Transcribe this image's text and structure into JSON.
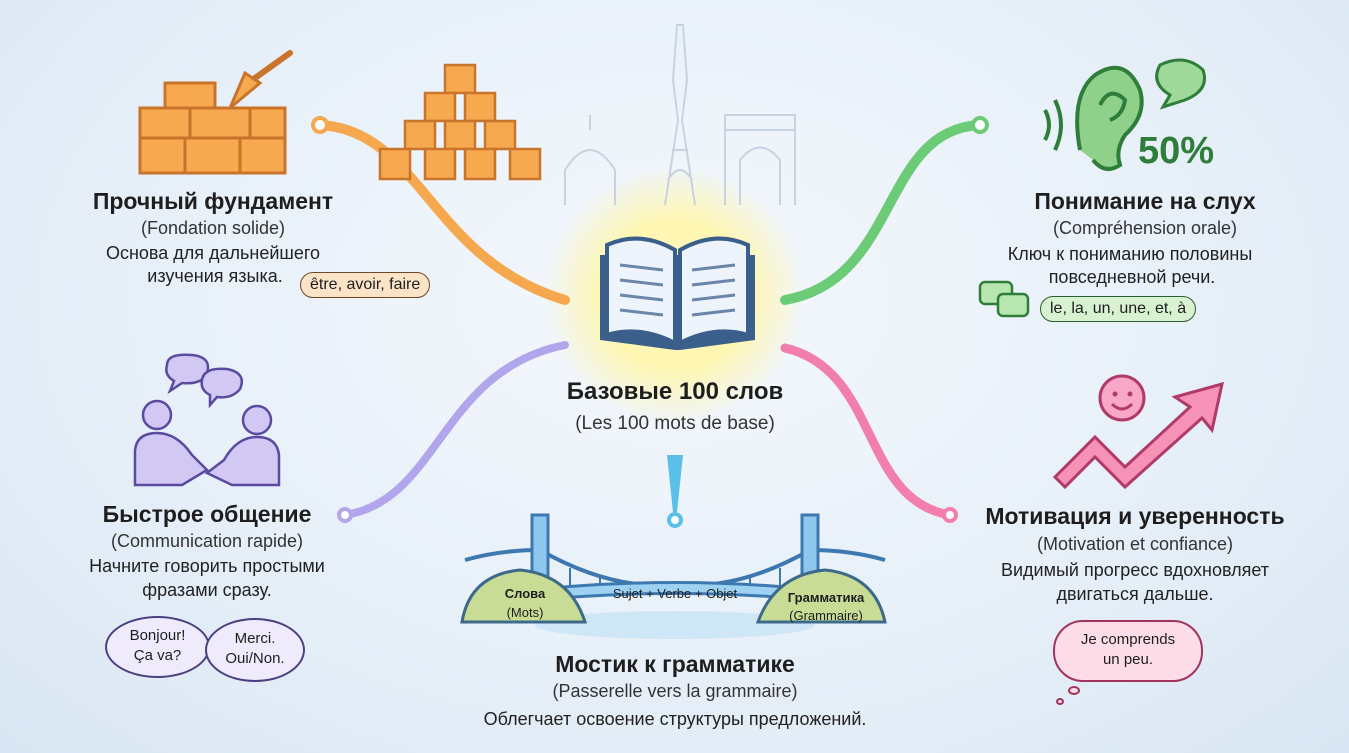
{
  "center": {
    "title": "Базовые 100 слов",
    "subtitle": "(Les 100 mots de base)"
  },
  "foundation": {
    "title": "Прочный фундамент",
    "subtitle": "(Fondation solide)",
    "line1": "Основа для дальнейшего",
    "line2": "изучения языка.",
    "bubble": "être, avoir, faire",
    "color": "#f0a04b"
  },
  "listening": {
    "title": "Понимание на слух",
    "subtitle": "(Compréhension orale)",
    "line1": "Ключ к пониманию половины",
    "line2": "повседневной речи.",
    "bubble": "le, la, un, une, et, à",
    "percent": "50%",
    "color": "#5cc46a"
  },
  "communication": {
    "title": "Быстрое общение",
    "subtitle": "(Communication rapide)",
    "line1": "Начните говорить простыми",
    "line2": "фразами сразу.",
    "bubble1a": "Bonjour!",
    "bubble1b": "Ça va?",
    "bubble2a": "Merci.",
    "bubble2b": "Oui/Non.",
    "color": "#a99be6"
  },
  "motivation": {
    "title": "Мотивация и уверенность",
    "subtitle": "(Motivation et confiance)",
    "line1": "Видимый прогресс вдохновляет",
    "line2": "двигаться дальше.",
    "bubble1": "Je comprends",
    "bubble2": "un peu.",
    "color": "#f07aa6"
  },
  "grammar": {
    "title": "Мостик к грамматике",
    "subtitle": "(Passerelle vers la grammaire)",
    "line1": "Облегчает освоение структуры предложений.",
    "left_a": "Слова",
    "left_b": "(Mots)",
    "right_a": "Грамматика",
    "right_b": "(Grammaire)",
    "bridge_label": "Sujet + Verbe + Objet",
    "color": "#5bc0e8"
  }
}
